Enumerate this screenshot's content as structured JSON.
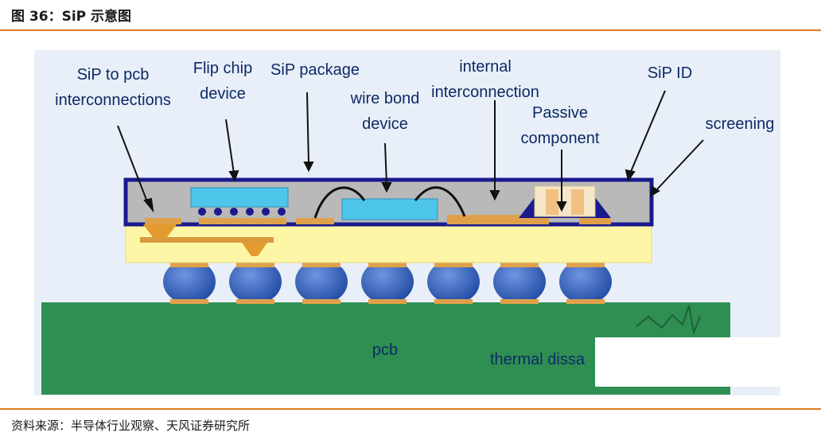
{
  "figure": {
    "title": "图 36：SiP 示意图",
    "source": "资料来源：半导体行业观察、天风证券研究所"
  },
  "diagram": {
    "labels": {
      "sip_to_pcb_1": "SiP to pcb",
      "sip_to_pcb_2": "interconnections",
      "flip_chip_1": "Flip chip",
      "flip_chip_2": "device",
      "sip_package": "SiP package",
      "wire_bond_1": "wire bond",
      "wire_bond_2": "device",
      "internal_1": "internal",
      "internal_2": "interconnection",
      "passive_1": "Passive",
      "passive_2": "component",
      "sip_id": "SiP ID",
      "screening": "screening",
      "pcb": "pcb",
      "thermal": "thermal dissa"
    },
    "colors": {
      "background": "#e9eff8",
      "mold": "#b9b9b9",
      "border": "#1a1a8f",
      "substrate": "#fdf6a6",
      "pad": "#e0a04a",
      "die": "#4ec6ec",
      "solder_ball": "#2d5fb8",
      "pcb": "#2f8f52"
    }
  }
}
